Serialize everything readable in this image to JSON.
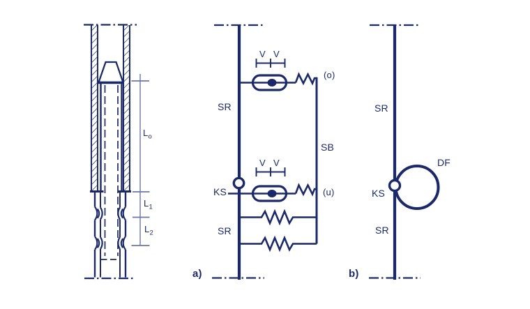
{
  "colors": {
    "ink": "#1c2969",
    "dim": "#6b76ab",
    "background": "#ffffff"
  },
  "figure_pile": {
    "dim_labels": [
      {
        "base": "L",
        "sub": "o"
      },
      {
        "base": "L",
        "sub": "1"
      },
      {
        "base": "L",
        "sub": "2"
      }
    ]
  },
  "diagram_a": {
    "caption": "a)",
    "sr_upper": "SR",
    "sr_lower": "SR",
    "sb": "SB",
    "ks": "KS",
    "port_upper": "(o)",
    "port_lower": "(u)",
    "v_upper": [
      "V",
      "V"
    ],
    "v_lower": [
      "V",
      "V"
    ]
  },
  "diagram_b": {
    "caption": "b)",
    "sr_upper": "SR",
    "sr_lower": "SR",
    "ks": "KS",
    "df": "DF"
  }
}
